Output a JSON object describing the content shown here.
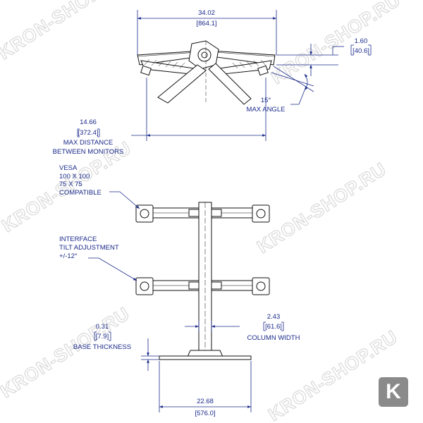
{
  "dimensions": {
    "overall_width": {
      "in": "34.02",
      "mm": "[864.1]"
    },
    "monitor_offset": {
      "in": "1.60",
      "mm": "[40.6]"
    },
    "max_angle": {
      "value": "15°",
      "label": "MAX ANGLE"
    },
    "max_distance": {
      "in": "14.66",
      "mm": "[372.4]",
      "label_line1": "MAX DISTANCE",
      "label_line2": "BETWEEN MONITORS"
    },
    "vesa": {
      "line1": "VESA",
      "line2": "100 X 100",
      "line3": "75 X 75",
      "line4": "COMPATIBLE"
    },
    "interface": {
      "line1": "INTERFACE",
      "line2": "TILT ADJUSTMENT",
      "line3": "+/-12°"
    },
    "base_thickness": {
      "in": "0.31",
      "mm": "[7.9]",
      "label": "BASE THICKNESS"
    },
    "column_width": {
      "in": "2.43",
      "mm": "[61.6]",
      "label": "COLUMN WIDTH"
    },
    "base_width": {
      "in": "22.68",
      "mm": "[576.0]"
    }
  },
  "watermark": {
    "text": "KRON-SHOP.RU"
  },
  "logo": {
    "letter": "K"
  },
  "colors": {
    "dimension": "#1a2a8a",
    "drawing": "#111111",
    "watermark": "#d9d9d9",
    "logo": "#8a8a8a"
  }
}
